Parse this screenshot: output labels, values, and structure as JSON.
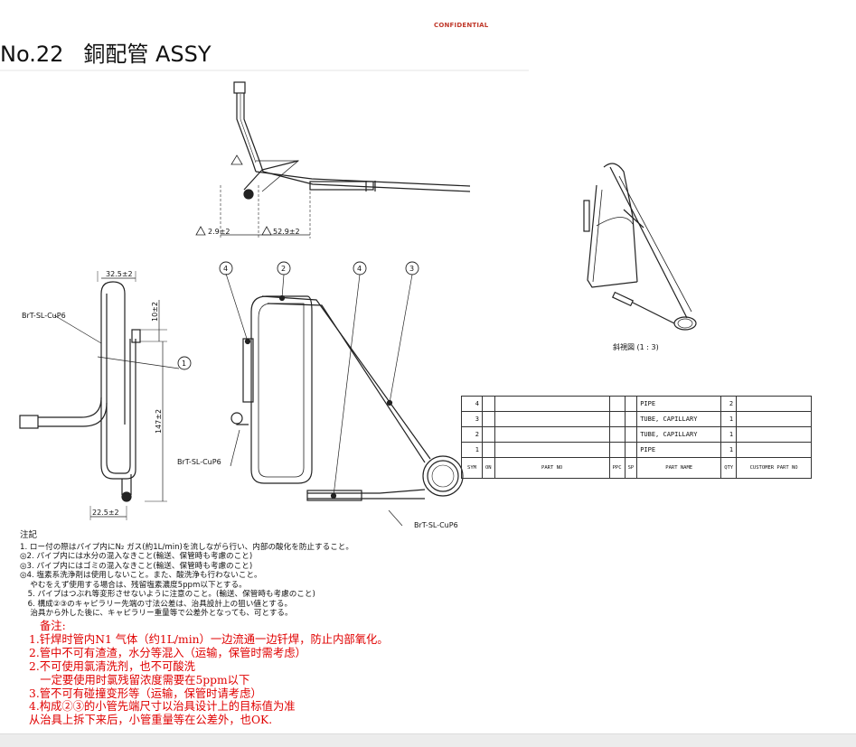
{
  "header": {
    "confidential": "CONFIDENTIAL",
    "title_no": "No.22",
    "title_name": "銅配管 ASSY"
  },
  "drawing": {
    "dim_front_1": "2.9±2",
    "dim_front_2": "52.9±2",
    "dim_left_top": "32.5±2",
    "dim_left_v1": "10±2",
    "dim_left_v2": "147±2",
    "dim_left_bottom": "22.5±2",
    "brazing_label_1": "BrT-SL-CuP6",
    "brazing_label_2": "BrT-SL-CuP6",
    "brazing_label_3": "BrT-SL-CuP6",
    "balloon_1": "1",
    "balloon_2": "2",
    "balloon_3": "3",
    "balloon_4a": "4",
    "balloon_4b": "4",
    "iso_caption": "斜視図 (1 : 3)"
  },
  "bom": {
    "rows": [
      {
        "sym": "4",
        "part_name": "PIPE",
        "qty": "2"
      },
      {
        "sym": "3",
        "part_name": "TUBE, CAPILLARY",
        "qty": "1"
      },
      {
        "sym": "2",
        "part_name": "TUBE, CAPILLARY",
        "qty": "1"
      },
      {
        "sym": "1",
        "part_name": "PIPE",
        "qty": "1"
      }
    ],
    "header": {
      "sym": "SYM",
      "mark": "ON",
      "part_no": "PART NO",
      "ppc": "PPC",
      "spec": "SP",
      "part_name": "PART NAME",
      "qty": "QTY",
      "customer_part_no": "CUSTOMER PART NO"
    }
  },
  "notes_jp": {
    "heading": "注記",
    "lines": [
      "1. ロー付の際はパイプ内にN₂ ガス(約1L/min)を流しながら行い、内部の酸化を防止すること。",
      "◎2. パイプ内には水分の混入なきこと(輸送、保管時も考慮のこと)",
      "◎3. パイプ内にはゴミの混入なきこと(輸送、保管時も考慮のこと)",
      "◎4. 塩素系洗浄剤は使用しないこと。また、酸洗浄も行わないこと。",
      "　  やむをえず使用する場合は、残留塩素濃度5ppm以下とする。",
      "　5. パイプはつぶれ等変形させないように注意のこと。(輸送、保管時も考慮のこと)",
      "　6. 構成②③のキャピラリー先端の寸法公差は、治具設計上の狙い値とする。",
      "　  治具から外した後に、キャピラリー重量等で公差外となっても、可とする。"
    ]
  },
  "notes_cn": {
    "heading": "备注:",
    "lines": [
      "1.钎焊时管内N1 气体（约1L/min）一边流通一边钎焊，防止内部氧化。",
      "2.管中不可有渣渣，水分等混入（运输，保管时需考虑）",
      "2.不可使用氯清洗剂，也不可酸洗",
      "　一定要使用时氯残留浓度需要在5ppm以下",
      "3.管不可有碰撞变形等（运输，保管时请考虑）",
      "4.构成②③的小管先端尺寸以治具设计上的目标值为准",
      "从治具上拆下来后，小管重量等在公差外，也OK."
    ]
  }
}
